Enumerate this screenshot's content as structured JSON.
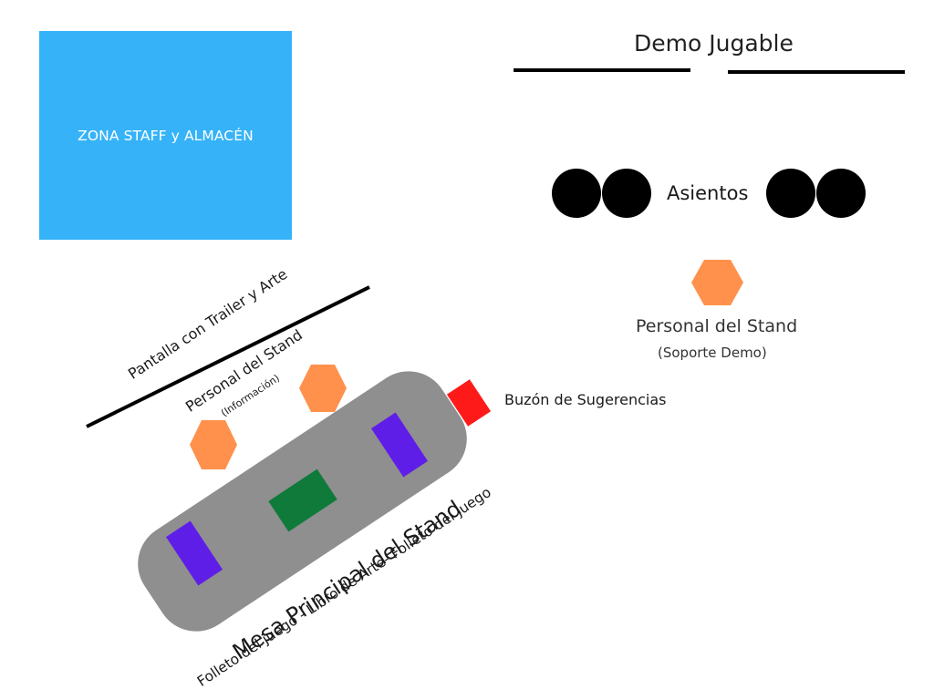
{
  "staff_zone": {
    "label": "ZONA STAFF y ALMACÉN",
    "color": "#36b3f8"
  },
  "demo": {
    "title": "Demo Jugable",
    "seats_label": "Asientos",
    "staff_label": "Personal del Stand",
    "staff_sublabel": "(Soporte Demo)"
  },
  "screen": {
    "label": "Pantalla con Trailer y Arte"
  },
  "info_staff": {
    "label": "Personal del Stand",
    "sublabel": "(Información)"
  },
  "suggestion_box": {
    "label": "Buzón de Sugerencias",
    "color": "#ff1a1a"
  },
  "main_table": {
    "label": "Mesa Principal del Stand",
    "sublabel": "Folleto del juego - Libro de Arte- Folleto del juego",
    "color": "#8f8f8f",
    "booklet_color": "#5f1ee8",
    "artbook_color": "#0f7a3a"
  },
  "colors": {
    "staff_marker": "#ff914d",
    "seat": "#000000"
  }
}
